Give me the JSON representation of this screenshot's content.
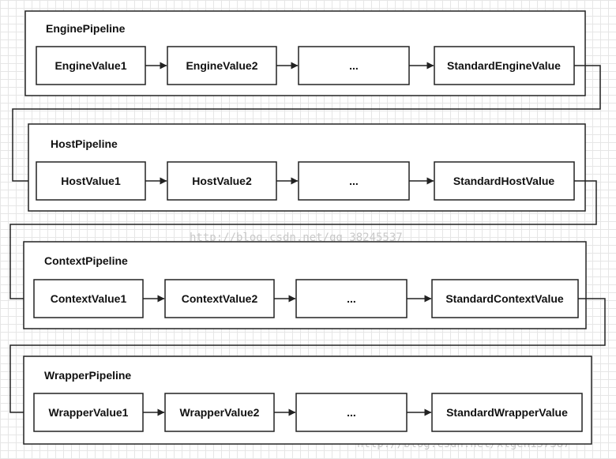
{
  "pipelines": [
    {
      "name": "EnginePipeline",
      "valves": [
        "EngineValue1",
        "EngineValue2",
        "...",
        "StandardEngineValue"
      ]
    },
    {
      "name": "HostPipeline",
      "valves": [
        "HostValue1",
        "HostValue2",
        "...",
        "StandardHostValue"
      ]
    },
    {
      "name": "ContextPipeline",
      "valves": [
        "ContextValue1",
        "ContextValue2",
        "...",
        "StandardContextValue"
      ]
    },
    {
      "name": "WrapperPipeline",
      "valves": [
        "WrapperValue1",
        "WrapperValue2",
        "...",
        "StandardWrapperValue"
      ]
    }
  ],
  "watermarks": [
    "http://blog.csdn.net/qq_38245537",
    "http://blog.csdn.net/xlgen157387"
  ]
}
